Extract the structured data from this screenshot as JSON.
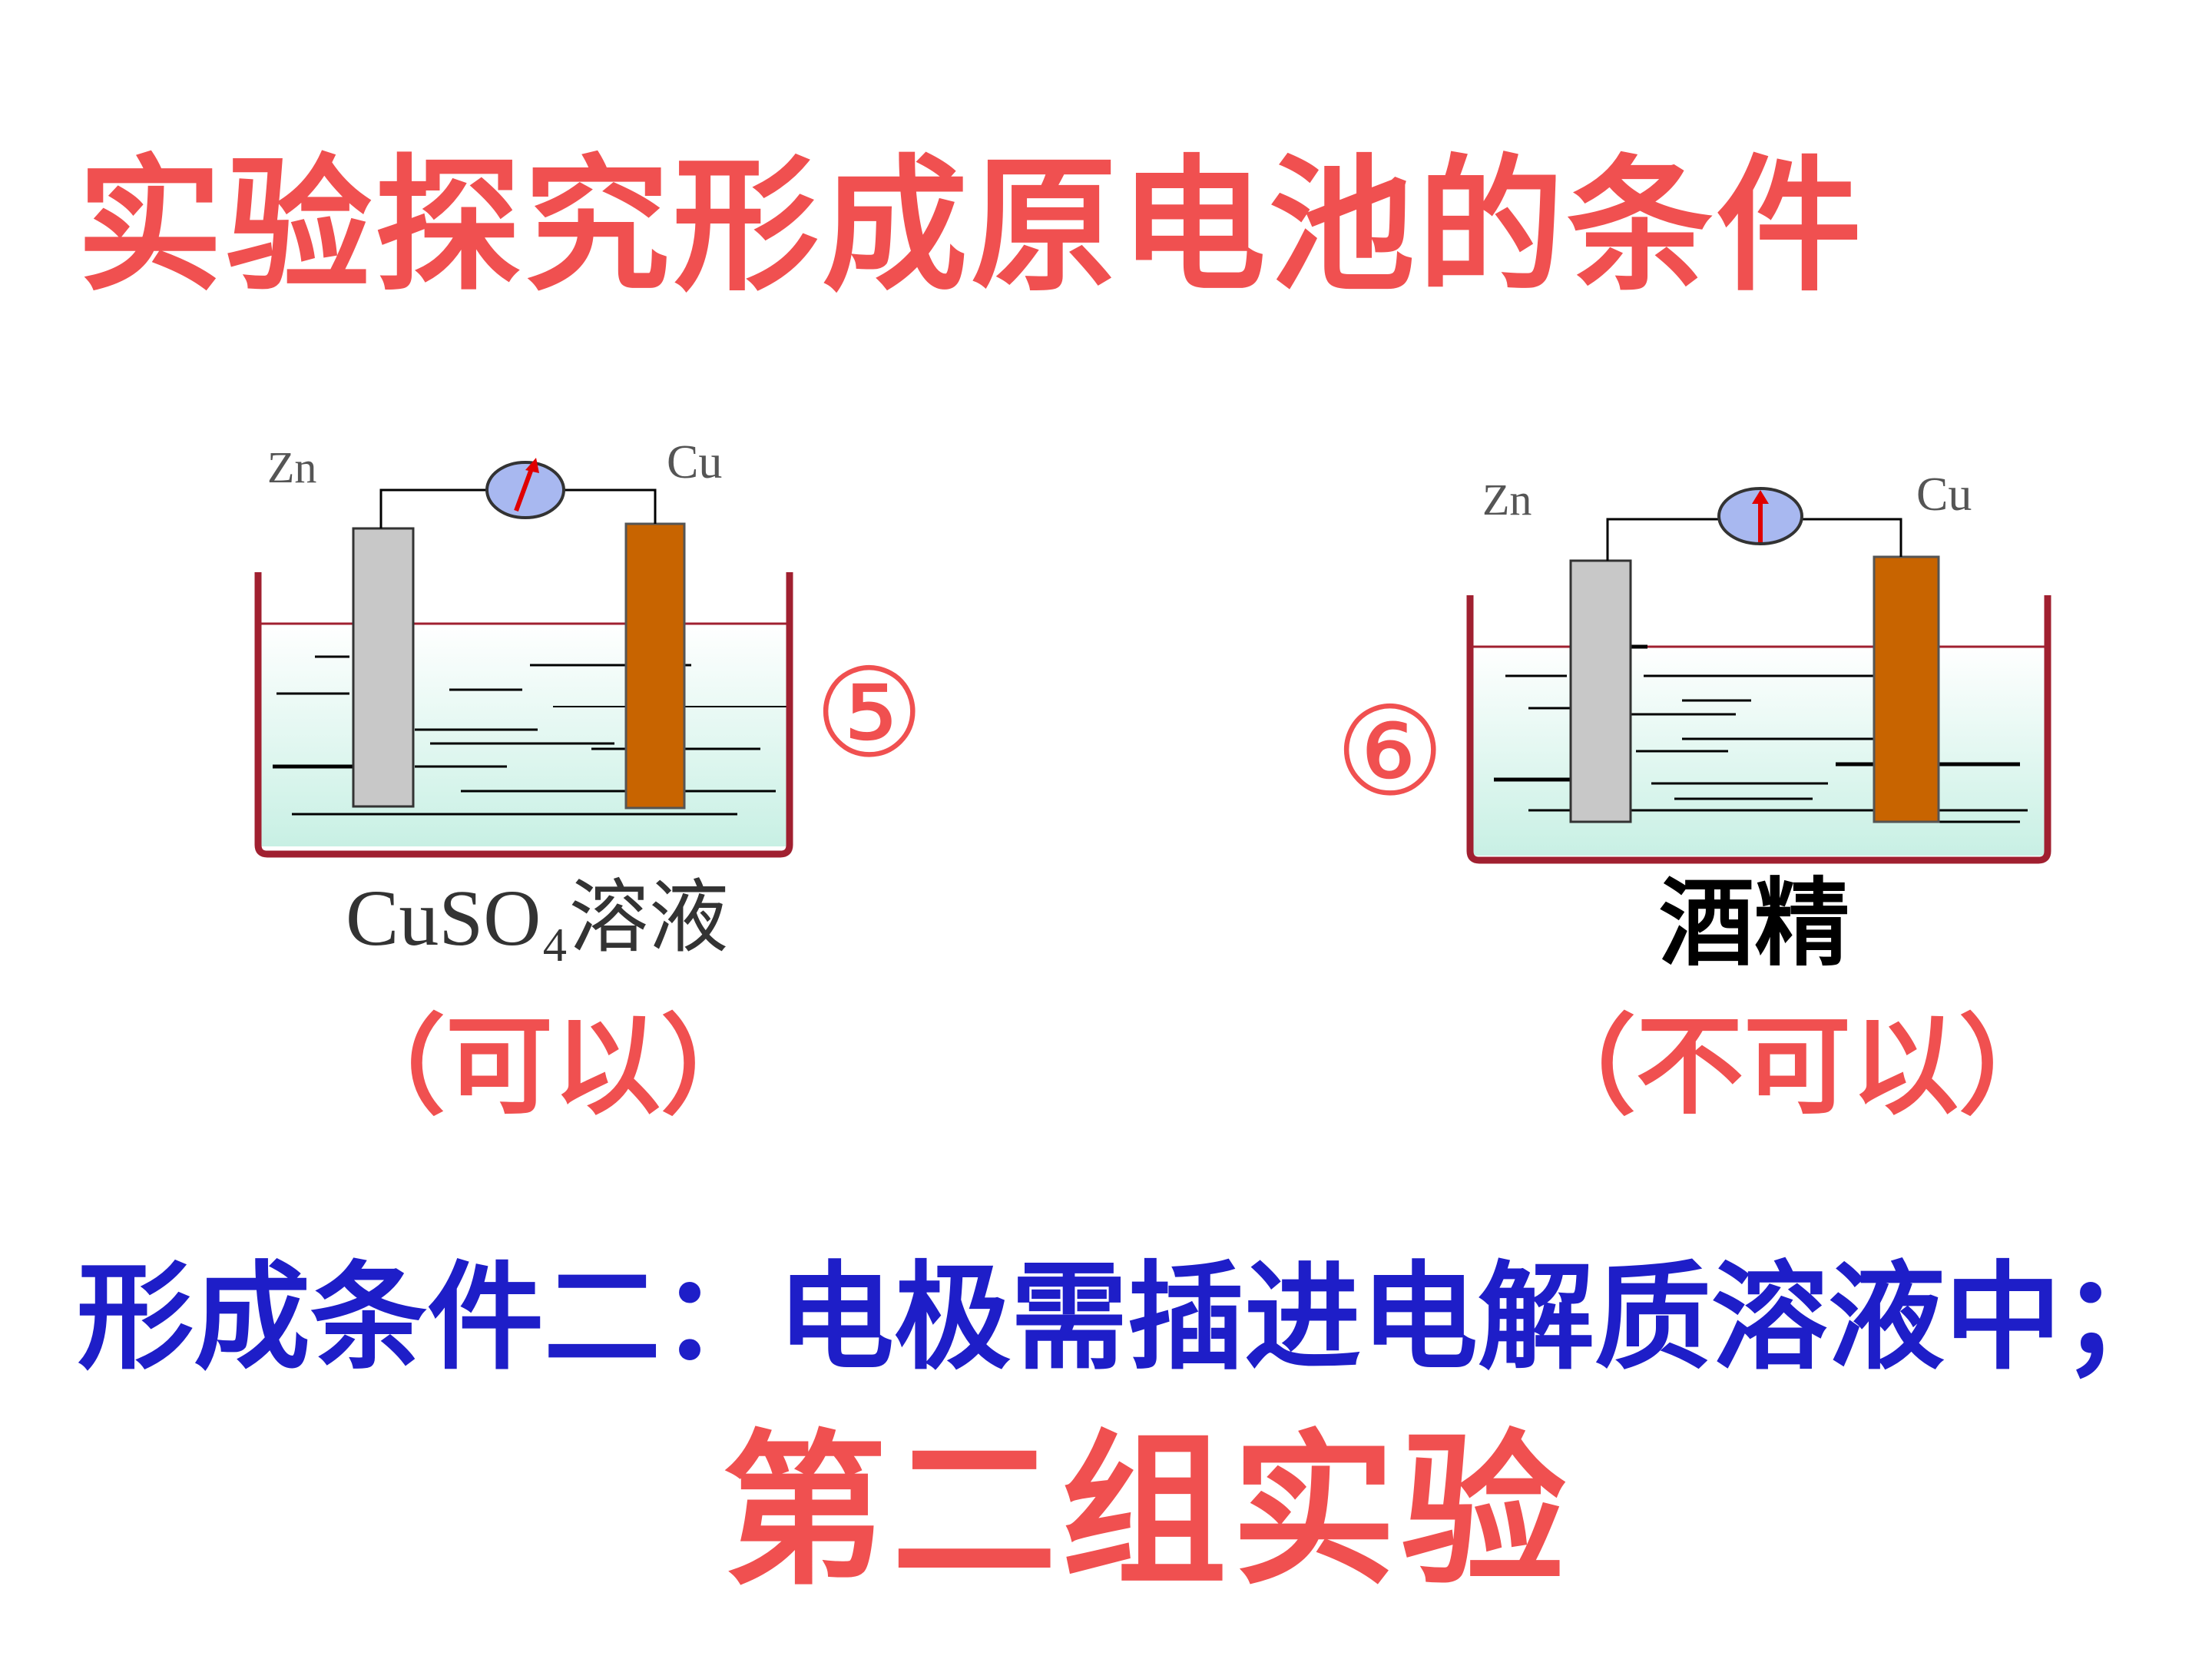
{
  "title": "实验探究形成原电池的条件",
  "cells": [
    {
      "number": "⑤",
      "anode_label": "Zn",
      "cathode_label": "Cu",
      "solution_label": "CuSO₄溶液",
      "verdict": "（可以）"
    },
    {
      "number": "⑥",
      "anode_label": "Zn",
      "cathode_label": "Cu",
      "solution_label": "酒精",
      "verdict": "（不可以）"
    }
  ],
  "conclusion": "形成条件二：电极需插进电解质溶液中；",
  "group_label": "第二组实验",
  "colors": {
    "red_text": "#f05050",
    "blue_text": "#1e1ec8",
    "beaker": "#a02030",
    "zinc": "#c8c8c8",
    "copper": "#c86400",
    "solution": "#d4f0ea",
    "galvanometer": "#a8b8f0"
  }
}
